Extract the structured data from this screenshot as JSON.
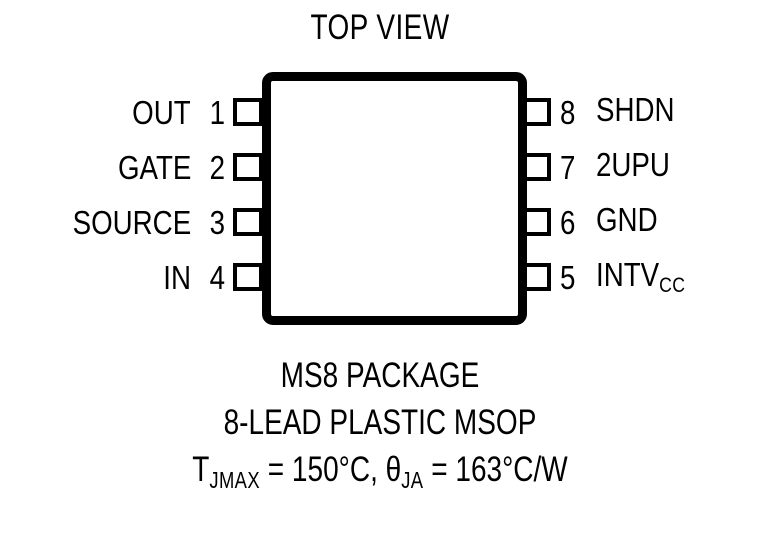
{
  "diagram": {
    "title": "TOP VIEW",
    "package_outline": {
      "name": "package-body",
      "lead_count": 8
    },
    "pins_left": [
      {
        "number": "1",
        "name": "OUT"
      },
      {
        "number": "2",
        "name": "GATE"
      },
      {
        "number": "3",
        "name": "SOURCE"
      },
      {
        "number": "4",
        "name": "IN"
      }
    ],
    "pins_right": [
      {
        "number": "8",
        "name": "SHDN",
        "subscript": ""
      },
      {
        "number": "7",
        "name": "2UPU",
        "subscript": ""
      },
      {
        "number": "6",
        "name": "GND",
        "subscript": ""
      },
      {
        "number": "5",
        "name": "INTV",
        "subscript": "CC"
      }
    ],
    "caption": {
      "line1": "MS8 PACKAGE",
      "line2": "8-LEAD PLASTIC MSOP",
      "thermal": {
        "tj_symbol": "T",
        "tj_subscript": "JMAX",
        "tj_value": " = 150°C, ",
        "theta_symbol": "θ",
        "theta_subscript": "JA",
        "theta_value": " = 163°C/W"
      }
    },
    "colors": {
      "ink": "#000000",
      "background": "#ffffff"
    }
  }
}
